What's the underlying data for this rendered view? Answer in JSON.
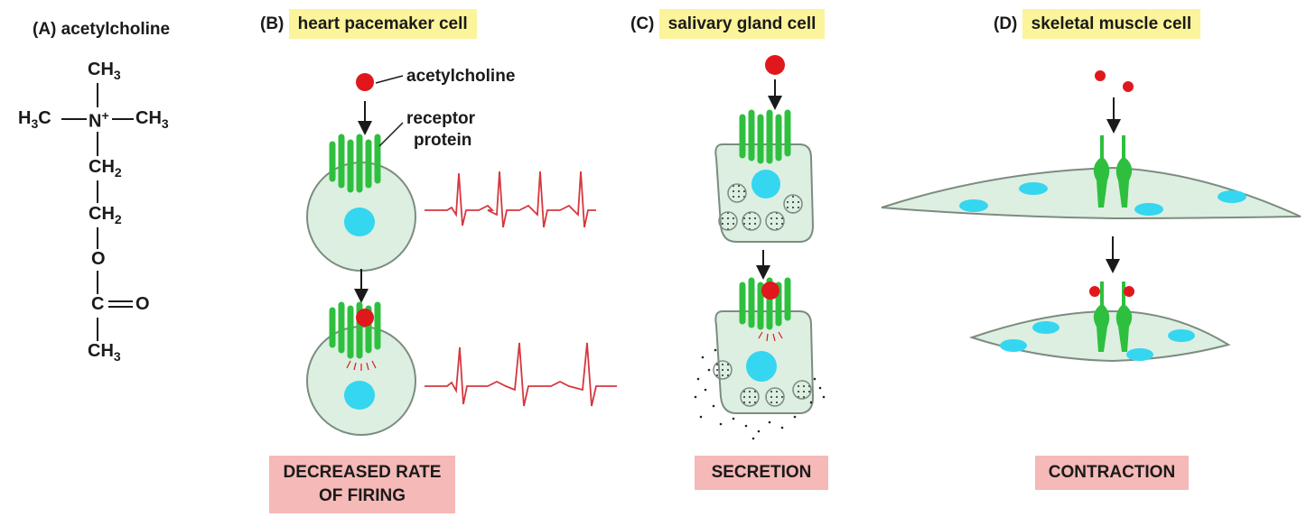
{
  "panels": {
    "a": {
      "letter": "(A)",
      "title": "acetylcholine"
    },
    "b": {
      "letter": "(B)",
      "title": "heart pacemaker cell",
      "effect_line1": "DECREASED RATE",
      "effect_line2": "OF FIRING"
    },
    "c": {
      "letter": "(C)",
      "title": "salivary gland cell",
      "effect": "SECRETION"
    },
    "d": {
      "letter": "(D)",
      "title": "skeletal muscle cell",
      "effect": "CONTRACTION"
    }
  },
  "callouts": {
    "acetylcholine": "acetylcholine",
    "receptor_line1": "receptor",
    "receptor_line2": "protein"
  },
  "molecule": {
    "top_methyl_c": "CH",
    "top_methyl_sub": "3",
    "left_methyl_pre": "H",
    "left_methyl_sub": "3",
    "left_methyl_post": "C",
    "nitrogen": "N",
    "nitrogen_charge": "+",
    "right_methyl_c": "CH",
    "right_methyl_sub": "3",
    "ch2a_c": "CH",
    "ch2a_sub": "2",
    "ch2b_c": "CH",
    "ch2b_sub": "2",
    "oxygen": "O",
    "carbonyl_c": "C",
    "carbonyl_o": "O",
    "bottom_methyl_c": "CH",
    "bottom_methyl_sub": "3"
  },
  "colors": {
    "highlight": "#fbf49a",
    "effect_box": "#f5b9b7",
    "acetylcholine": "#e0181c",
    "receptor": "#2fbf3f",
    "cytoplasm": "#dcefe1",
    "nucleus": "#35d6f0",
    "ecg_trace": "#d5373f"
  }
}
